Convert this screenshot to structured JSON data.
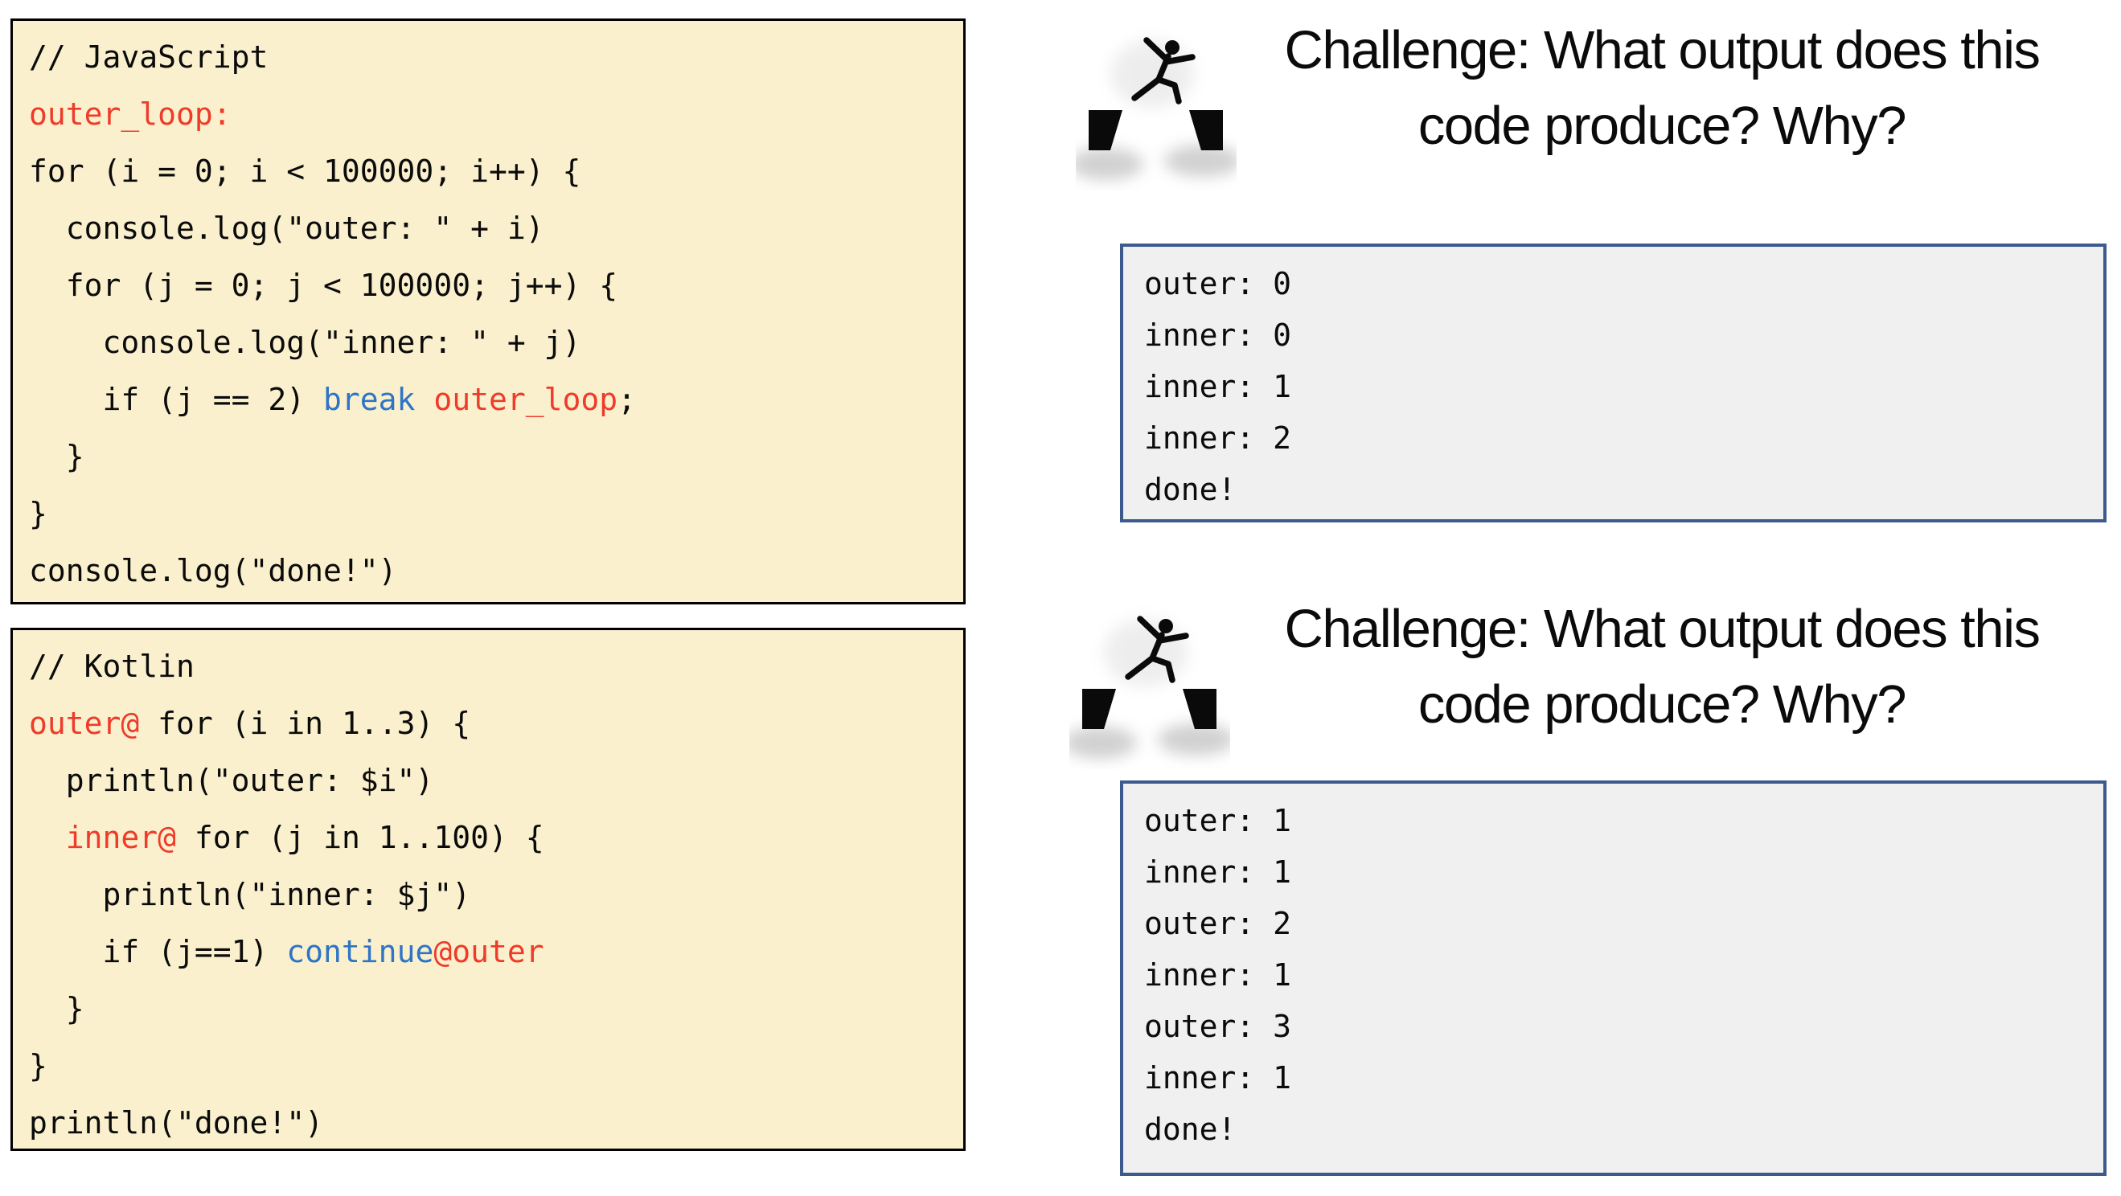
{
  "colors": {
    "accent-red": "#EE3B2A",
    "accent-blue": "#2E75C6",
    "code-bg": "#FAF0CD",
    "code-border": "#000000",
    "output-bg": "#F0F0F0",
    "output-border": "#3C5A8C",
    "icon-color": "#0A0A0A",
    "text-color": "#0B0B0B"
  },
  "code_blocks": [
    {
      "name": "javascript",
      "lines": [
        [
          {
            "t": "// JavaScript",
            "c": "plain"
          }
        ],
        [
          {
            "t": "outer_loop:",
            "c": "red"
          }
        ],
        [
          {
            "t": "for (i = 0; i < 100000; i++) {",
            "c": "plain"
          }
        ],
        [
          {
            "t": "  console.log(\"outer: \" + i)",
            "c": "plain"
          }
        ],
        [
          {
            "t": "  for (j = 0; j < 100000; j++) {",
            "c": "plain"
          }
        ],
        [
          {
            "t": "    console.log(\"inner: \" + j)",
            "c": "plain"
          }
        ],
        [
          {
            "t": "    if (j == 2) ",
            "c": "plain"
          },
          {
            "t": "break",
            "c": "blue"
          },
          {
            "t": " ",
            "c": "plain"
          },
          {
            "t": "outer_loop",
            "c": "red"
          },
          {
            "t": ";",
            "c": "plain"
          }
        ],
        [
          {
            "t": "  }",
            "c": "plain"
          }
        ],
        [
          {
            "t": "}",
            "c": "plain"
          }
        ],
        [
          {
            "t": "console.log(\"done!\")",
            "c": "plain"
          }
        ]
      ]
    },
    {
      "name": "kotlin",
      "lines": [
        [
          {
            "t": "// Kotlin",
            "c": "plain"
          }
        ],
        [
          {
            "t": "outer@",
            "c": "red"
          },
          {
            "t": " for (i in 1..3) {",
            "c": "plain"
          }
        ],
        [
          {
            "t": "  println(\"outer: $i\")",
            "c": "plain"
          }
        ],
        [
          {
            "t": "  ",
            "c": "plain"
          },
          {
            "t": "inner@",
            "c": "red"
          },
          {
            "t": " for (j in 1..100) {",
            "c": "plain"
          }
        ],
        [
          {
            "t": "    println(\"inner: $j\")",
            "c": "plain"
          }
        ],
        [
          {
            "t": "    if (j==1) ",
            "c": "plain"
          },
          {
            "t": "continue",
            "c": "blue"
          },
          {
            "t": "@outer",
            "c": "red"
          }
        ],
        [
          {
            "t": "  }",
            "c": "plain"
          }
        ],
        [
          {
            "t": "}",
            "c": "plain"
          }
        ],
        [
          {
            "t": "println(\"done!\")",
            "c": "plain"
          }
        ]
      ]
    }
  ],
  "challenges": [
    {
      "icon": "jumping-person-icon",
      "title_line1": "Challenge: What output does this",
      "title_line2": "code produce? Why?",
      "output_lines": [
        "outer: 0",
        "inner: 0",
        "inner: 1",
        "inner: 2",
        "done!"
      ]
    },
    {
      "icon": "jumping-person-icon",
      "title_line1": "Challenge: What output does this",
      "title_line2": "code produce? Why?",
      "output_lines": [
        "outer: 1",
        "inner: 1",
        "outer: 2",
        "inner: 1",
        "outer: 3",
        "inner: 1",
        "done!"
      ]
    }
  ]
}
